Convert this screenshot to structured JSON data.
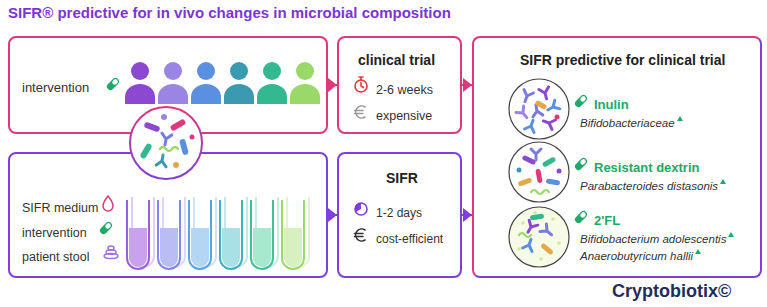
{
  "diagram": {
    "title": "SIFR® predictive for in vivo changes in microbial composition",
    "nodes": [
      {
        "text": [
          "intervention"
        ]
      },
      {
        "text": [
          "SIFR medium",
          "intervention",
          "patient stool"
        ]
      },
      {
        "text": [
          "clinical trial",
          "2-6 weeks",
          "expensive"
        ]
      },
      {
        "text": [
          "SIFR",
          "1-2 days",
          "cost-efficient"
        ]
      },
      {
        "text": [
          "SIFR predictive for clinical trial"
        ]
      },
      {
        "text": [
          "Inulin",
          "Bifidobacteriaceae"
        ],
        "in": 4
      },
      {
        "text": [
          "Resistant dextrin",
          "Parabacteroides distasonis"
        ],
        "in": 4
      },
      {
        "text": [
          "2'FL",
          "Bifidobacterium adolescentis",
          "Anaerobutyricum hallii"
        ],
        "in": 4
      }
    ],
    "edges": [
      {
        "from": 0,
        "to": 2,
        "arrow": "to"
      },
      {
        "from": 1,
        "to": 3,
        "arrow": "to"
      },
      {
        "from": 2,
        "to": 4,
        "arrow": "to"
      },
      {
        "from": 3,
        "to": 4,
        "arrow": "to"
      }
    ],
    "labels": [
      "Cryptobiotix©"
    ]
  }
}
